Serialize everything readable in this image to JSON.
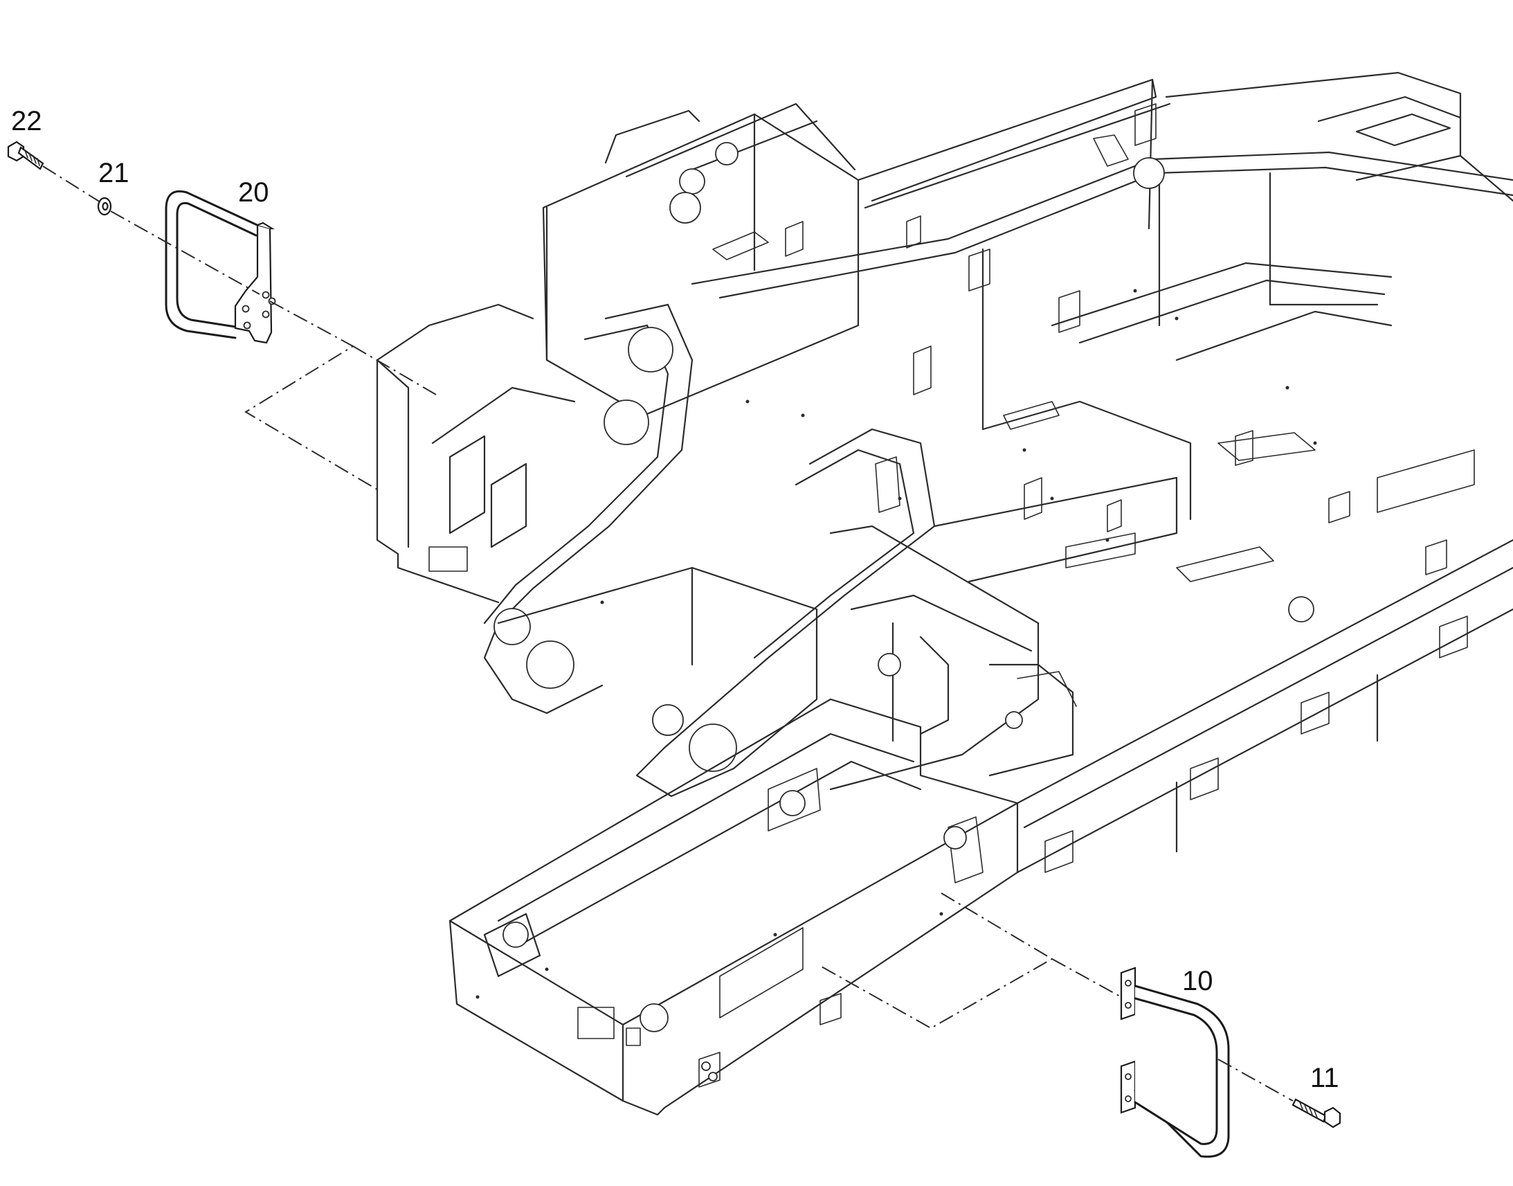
{
  "diagram": {
    "callouts": [
      "22",
      "21",
      "20",
      "10",
      "11"
    ],
    "colors": {
      "line": "#1a1a1a",
      "background": "#ffffff"
    }
  }
}
